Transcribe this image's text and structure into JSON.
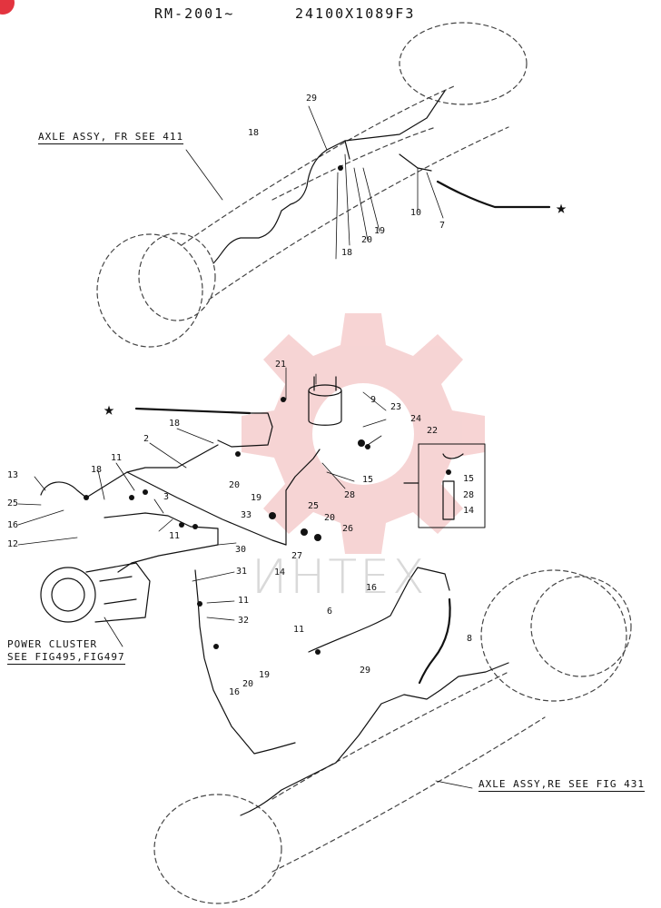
{
  "header": {
    "left": "RM-2001~",
    "right": "24100X1089F3"
  },
  "callouts": {
    "axle_front": "AXLE ASSY, FR  SEE 411",
    "power_cluster_l1": "POWER CLUSTER",
    "power_cluster_l2": "SEE FIG495,FIG497",
    "axle_rear": "AXLE ASSY,RE SEE FIG 431"
  },
  "watermark": "ИНТЕХ",
  "labels": {
    "n29_top": "29",
    "n18_a": "18",
    "n18_b": "18",
    "n20_a": "20",
    "n19_a": "19",
    "n10": "10",
    "n7": "7",
    "n21": "21",
    "n9": "9",
    "n23": "23",
    "n24": "24",
    "n22": "22",
    "n18_c": "18",
    "n2": "2",
    "n11_a": "11",
    "n18_d": "18",
    "n13": "13",
    "n25_a": "25",
    "n16_a": "16",
    "n12": "12",
    "n20_b": "20",
    "n19_b": "19",
    "n3": "3",
    "n11_b": "11",
    "n15_a": "15",
    "n28_a": "28",
    "n15_b": "15",
    "n28_b": "28",
    "n14_a": "14",
    "n33": "33",
    "n25_b": "25",
    "n20_c": "20",
    "n26": "26",
    "n27": "27",
    "n14_b": "14",
    "n30": "30",
    "n31": "31",
    "n11_c": "11",
    "n32": "32",
    "n20_d": "20",
    "n19_c": "19",
    "n16_b": "16",
    "n16_c": "16",
    "n6": "6",
    "n11_d": "11",
    "n8": "8",
    "n29_bot": "29"
  },
  "colors": {
    "ink": "#111111",
    "watermark_red": "#f4c6c6",
    "badge": "#e3343f"
  }
}
